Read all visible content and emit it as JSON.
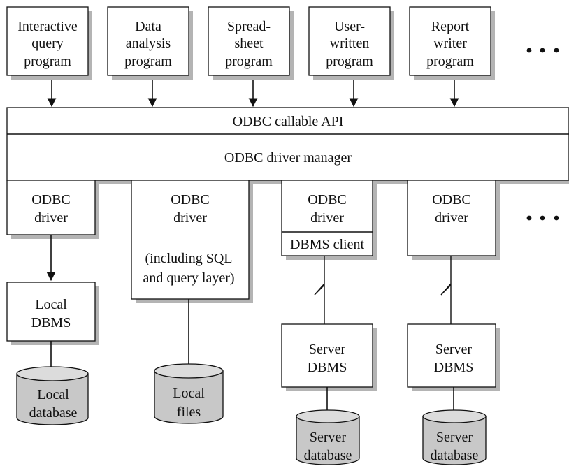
{
  "programs": [
    {
      "lines": [
        "Interactive",
        "query",
        "program"
      ]
    },
    {
      "lines": [
        "Data",
        "analysis",
        "program"
      ]
    },
    {
      "lines": [
        "Spread-",
        "sheet",
        "program"
      ]
    },
    {
      "lines": [
        "User-",
        "written",
        "program"
      ]
    },
    {
      "lines": [
        "Report",
        "writer",
        "program"
      ]
    }
  ],
  "api_label": "ODBC callable API",
  "manager_label": "ODBC driver manager",
  "drivers": [
    {
      "lines": [
        "ODBC",
        "driver"
      ]
    },
    {
      "lines": [
        "ODBC",
        "driver"
      ],
      "extra": [
        "(including  SQL",
        "and query layer)"
      ]
    },
    {
      "lines": [
        "ODBC",
        "driver"
      ],
      "client": "DBMS client"
    },
    {
      "lines": [
        "ODBC",
        "driver"
      ]
    }
  ],
  "backends": [
    {
      "dbms": [
        "Local",
        "DBMS"
      ],
      "store": [
        "Local",
        "database"
      ]
    },
    {
      "store": [
        "Local",
        "files"
      ]
    },
    {
      "dbms": [
        "Server",
        "DBMS"
      ],
      "store": [
        "Server",
        "database"
      ]
    },
    {
      "dbms": [
        "Server",
        "DBMS"
      ],
      "store": [
        "Server",
        "database"
      ]
    }
  ],
  "colors": {
    "line": "#111111",
    "shadow": "#b4b4b4",
    "cylinder": "#c8c8c8"
  }
}
